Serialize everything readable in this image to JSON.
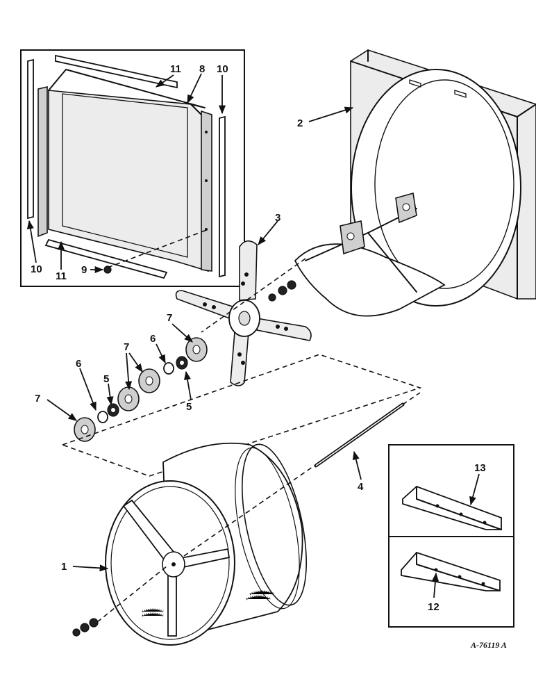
{
  "callouts": {
    "c1": "1",
    "c2": "2",
    "c3": "3",
    "c4": "4",
    "c5a": "5",
    "c5b": "5",
    "c6a": "6",
    "c6b": "6",
    "c7a": "7",
    "c7b": "7",
    "c7c": "7",
    "c8": "8",
    "c9": "9",
    "c10a": "10",
    "c10b": "10",
    "c11a": "11",
    "c11b": "11",
    "c12": "12",
    "c13": "13"
  },
  "drawing_code": "A-76119 A"
}
